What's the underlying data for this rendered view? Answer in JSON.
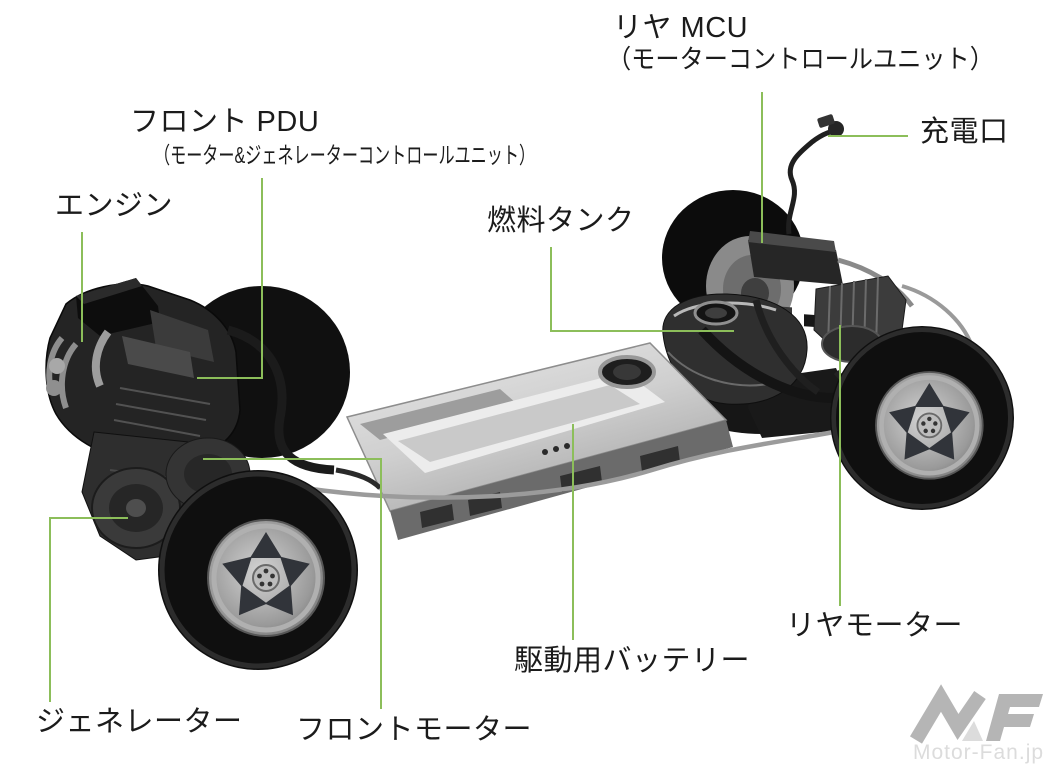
{
  "diagram": {
    "type": "hybrid-powertrain-cutaway",
    "leader_color": "#8CBE5A",
    "labels": {
      "rear_mcu": {
        "text": "リヤ MCU",
        "subtext": "（モーターコントロールユニット）"
      },
      "charge_port": {
        "text": "充電口"
      },
      "front_pdu": {
        "text": "フロント PDU",
        "subtext": "（モーター&ジェネレーターコントロールユニット）"
      },
      "engine": {
        "text": "エンジン"
      },
      "fuel_tank": {
        "text": "燃料タンク"
      },
      "generator": {
        "text": "ジェネレーター"
      },
      "front_motor": {
        "text": "フロントモーター"
      },
      "drive_battery": {
        "text": "駆動用バッテリー"
      },
      "rear_motor": {
        "text": "リヤモーター"
      }
    }
  },
  "watermark": {
    "logo_text": "MF",
    "site": "Motor-Fan.jp"
  }
}
